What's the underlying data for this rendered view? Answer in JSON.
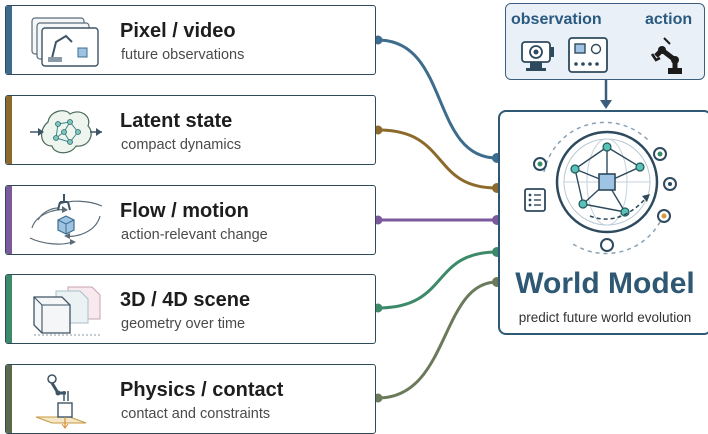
{
  "cards": [
    {
      "title": "Pixel / video",
      "subtitle": "future observations",
      "color": "#3d6c8c",
      "icon": "video-frames-icon"
    },
    {
      "title": "Latent state",
      "subtitle": "compact dynamics",
      "color": "#8c6a2c",
      "icon": "latent-graph-icon"
    },
    {
      "title": "Flow / motion",
      "subtitle": "action-relevant change",
      "color": "#7a5a9c",
      "icon": "flow-field-icon"
    },
    {
      "title": "3D / 4D scene",
      "subtitle": "geometry over time",
      "color": "#3c8a6a",
      "icon": "scene-cube-icon"
    },
    {
      "title": "Physics / contact",
      "subtitle": "contact and constraints",
      "color": "#5a6a4a",
      "icon": "robot-contact-icon"
    }
  ],
  "inputs": {
    "observation": "observation",
    "action": "action",
    "observation_icon": "camera-sensor-icon",
    "action_icon": "robot-arm-icon"
  },
  "world_model": {
    "title": "World Model",
    "subtitle": "predict future world evolution",
    "icon": "globe-network-icon",
    "color": "#2e5873"
  }
}
